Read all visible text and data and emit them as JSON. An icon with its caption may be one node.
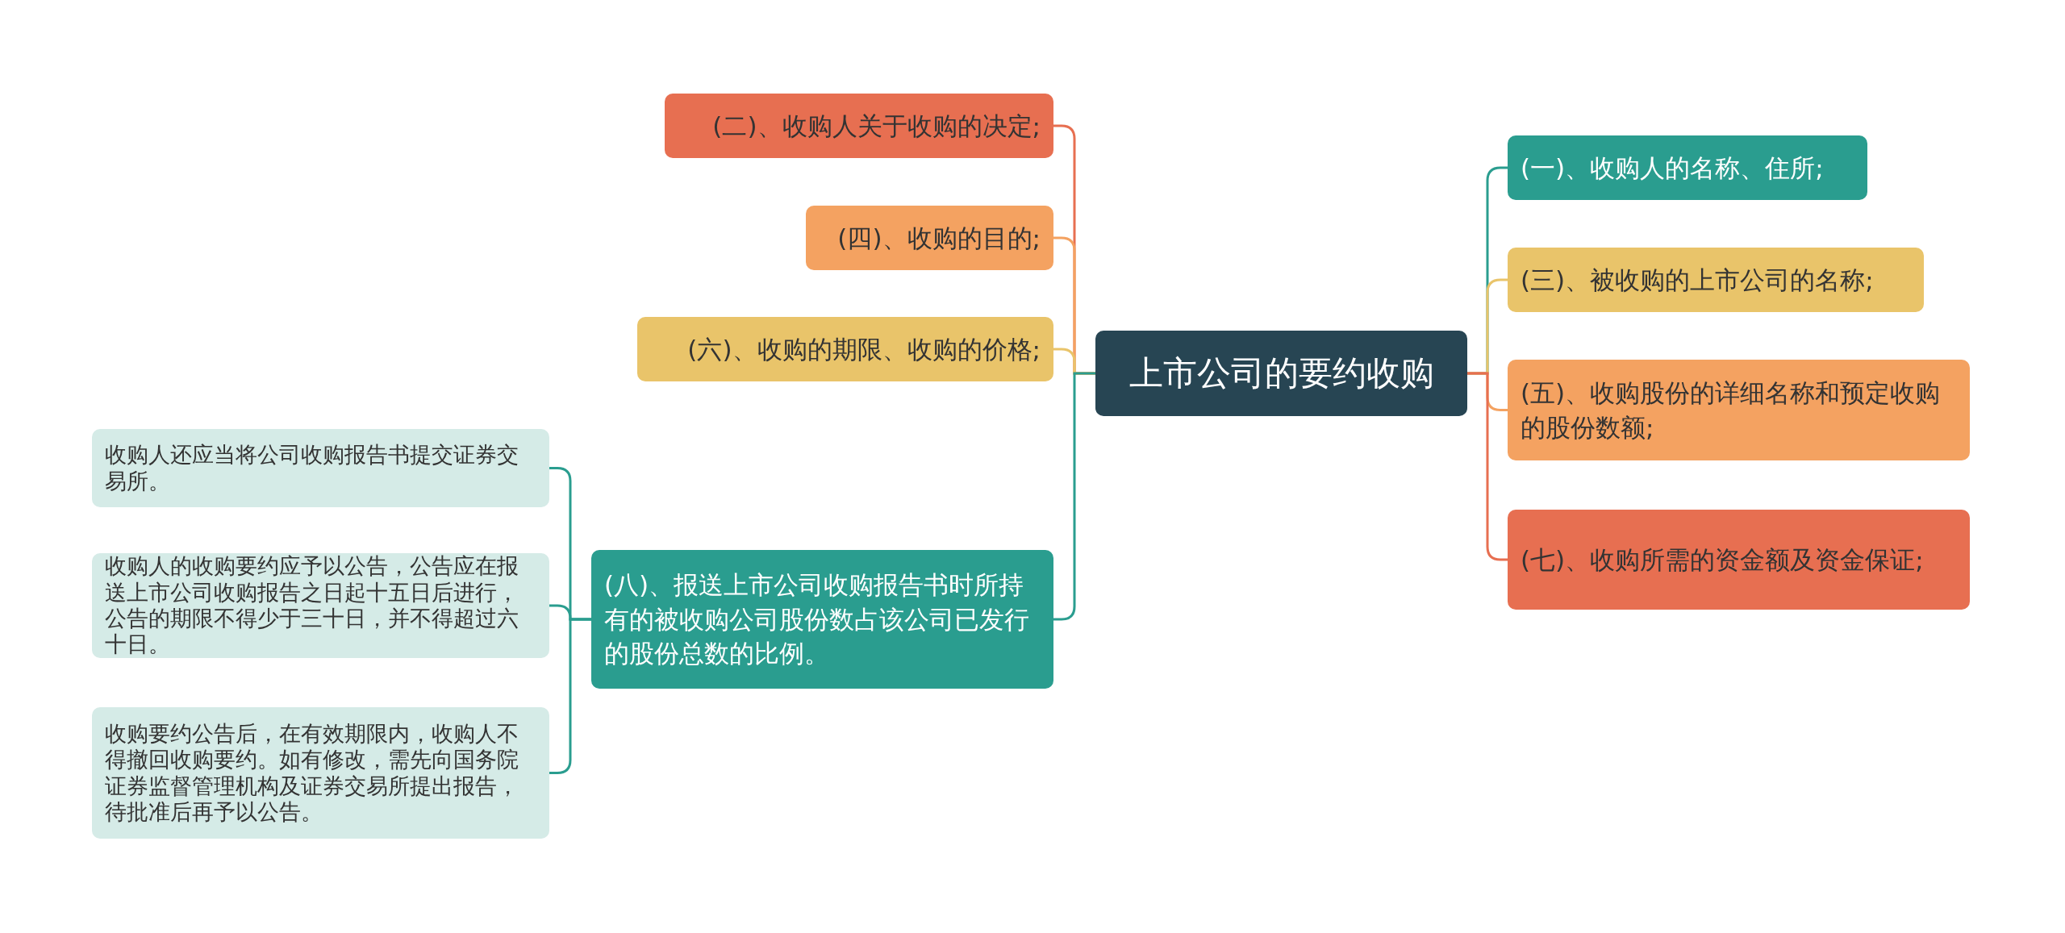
{
  "diagram": {
    "nodes": [
      {
        "text": [
          "上市公司的要约收购"
        ]
      },
      {
        "text": [
          "(二)、收购人关于收购的决定;"
        ]
      },
      {
        "text": [
          "(四)、收购的目的;"
        ]
      },
      {
        "text": [
          "(六)、收购的期限、收购的价格;"
        ]
      },
      {
        "text": [
          "(八)、报送上市公司收购报告书时所持有的被收购公司股份数占该公司已发行的股份总数的比例。"
        ]
      },
      {
        "text": [
          "收购人还应当将公司收购报告书提交证券交易所。"
        ]
      },
      {
        "text": [
          "收购人的收购要约应予以公告，公告应在报送上市公司收购报告之日起十五日后进行，公告的期限不得少于三十日，并不得超过六十日。"
        ]
      },
      {
        "text": [
          "收购要约公告后，在有效期限内，收购人不得撤回收购要约。如有修改，需先向国务院证券监督管理机构及证券交易所提出报告，待批准后再予以公告。"
        ]
      },
      {
        "text": [
          "(一)、收购人的名称、住所;"
        ]
      },
      {
        "text": [
          "(三)、被收购的上市公司的名称;"
        ]
      },
      {
        "text": [
          "(五)、收购股份的详细名称和预定收购的股份数额;"
        ]
      },
      {
        "text": [
          "(七)、收购所需的资金额及资金保证;"
        ]
      }
    ],
    "edges": [
      {
        "from": 0,
        "to": 1,
        "arrow": "none",
        "color": "#e76f51"
      },
      {
        "from": 0,
        "to": 2,
        "arrow": "none",
        "color": "#f4a261"
      },
      {
        "from": 0,
        "to": 3,
        "arrow": "none",
        "color": "#e9c46a"
      },
      {
        "from": 0,
        "to": 4,
        "arrow": "none"
      },
      {
        "from": 4,
        "to": 5,
        "arrow": "none"
      },
      {
        "from": 4,
        "to": 6,
        "arrow": "none"
      },
      {
        "from": 4,
        "to": 7,
        "arrow": "none"
      },
      {
        "from": 0,
        "to": 8,
        "arrow": "none"
      },
      {
        "from": 0,
        "to": 9,
        "arrow": "none",
        "color": "#e9c46a"
      },
      {
        "from": 0,
        "to": 10,
        "arrow": "none",
        "color": "#f4a261"
      },
      {
        "from": 0,
        "to": 11,
        "arrow": "none",
        "color": "#e76f51"
      }
    ]
  }
}
